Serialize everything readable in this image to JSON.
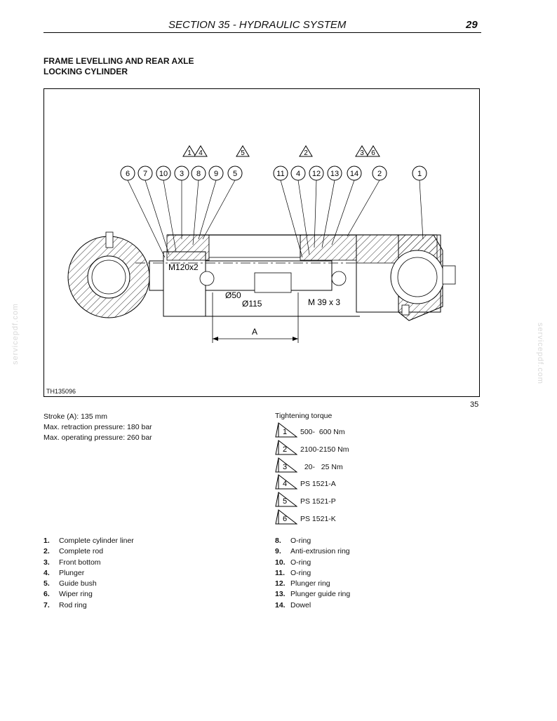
{
  "header": {
    "title": "SECTION 35 - HYDRAULIC SYSTEM",
    "page": "29"
  },
  "section": {
    "title_line1": "FRAME LEVELLING AND REAR AXLE",
    "title_line2": "LOCKING CYLINDER"
  },
  "figure": {
    "code": "TH135096",
    "number": "35",
    "callouts_left": [
      "6",
      "7",
      "10",
      "3",
      "8",
      "9",
      "5"
    ],
    "callouts_right": [
      "11",
      "4",
      "12",
      "13",
      "14",
      "2",
      "1"
    ],
    "triangles_left": [
      "1",
      "4",
      "5"
    ],
    "triangles_right": [
      "2",
      "3",
      "6"
    ],
    "labels": {
      "thread_front": "M120x2",
      "dia_rod": "Ø50",
      "dia_bore": "Ø115",
      "thread_rod": "M 39 x 3",
      "stroke": "A"
    }
  },
  "specs": {
    "stroke": "Stroke (A): 135 mm",
    "retraction": "Max. retraction pressure: 180 bar",
    "operating": "Max. operating pressure: 260 bar"
  },
  "torque": {
    "title": "Tightening torque",
    "items": [
      {
        "n": "1",
        "value": "500-  600 Nm"
      },
      {
        "n": "2",
        "value": "2100-2150 Nm"
      },
      {
        "n": "3",
        "value": "  20-   25 Nm"
      },
      {
        "n": "4",
        "value": "PS 1521-A"
      },
      {
        "n": "5",
        "value": "PS 1521-P"
      },
      {
        "n": "6",
        "value": "PS 1521-K"
      }
    ]
  },
  "legend_left": [
    {
      "n": "1.",
      "label": "Complete cylinder liner"
    },
    {
      "n": "2.",
      "label": "Complete rod"
    },
    {
      "n": "3.",
      "label": "Front bottom"
    },
    {
      "n": "4.",
      "label": "Plunger"
    },
    {
      "n": "5.",
      "label": "Guide bush"
    },
    {
      "n": "6.",
      "label": "Wiper ring"
    },
    {
      "n": "7.",
      "label": "Rod ring"
    }
  ],
  "legend_right": [
    {
      "n": "8.",
      "label": "O-ring"
    },
    {
      "n": "9.",
      "label": "Anti-extrusion ring"
    },
    {
      "n": "10.",
      "label": "O-ring"
    },
    {
      "n": "11.",
      "label": "O-ring"
    },
    {
      "n": "12.",
      "label": "Plunger ring"
    },
    {
      "n": "13.",
      "label": "Plunger guide ring"
    },
    {
      "n": "14.",
      "label": "Dowel"
    }
  ],
  "watermark": "servicepdf.com"
}
